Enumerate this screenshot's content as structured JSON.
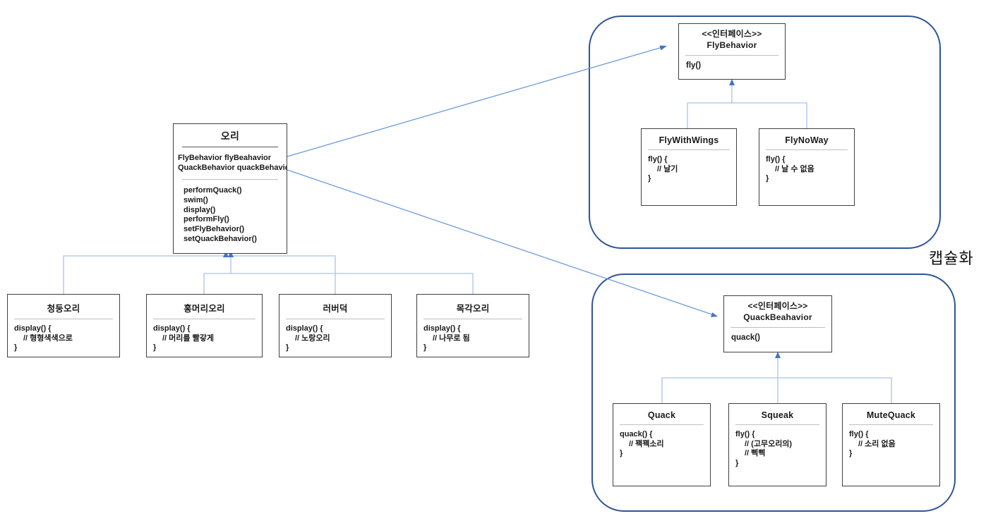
{
  "colors": {
    "container_border": "#2F5496",
    "class_box_border": "#404040",
    "connector_light_blue": "#A6C4E7",
    "diagonal_line_blue": "#6E9BDB",
    "arrowhead_blue": "#4472C4",
    "text": "#1a1a1a"
  },
  "encapsulation_label": "캡슐화",
  "duck_class": {
    "title": "오리",
    "fields": [
      "FlyBehavior flyBeahavior",
      "QuackBehavior quackBehavior"
    ],
    "methods": [
      "performQuack()",
      "swim()",
      "display()",
      "performFly()",
      "setFlyBehavior()",
      "setQuackBehavior()"
    ]
  },
  "duck_subclasses": [
    {
      "title": "청둥오리",
      "code": [
        "display() {",
        "// 형형색색으로",
        "}"
      ]
    },
    {
      "title": "홍머리오리",
      "code": [
        "display() {",
        "// 머리를 빨갛게",
        "}"
      ]
    },
    {
      "title": "러버덕",
      "code": [
        "display() {",
        "// 노랑오리",
        "}"
      ]
    },
    {
      "title": "목각오리",
      "code": [
        "display() {",
        "// 나무로 됨",
        "}"
      ]
    }
  ],
  "fly_group": {
    "interface": {
      "stereotype": "<<인터페이스>>",
      "name": "FlyBehavior",
      "method": "fly()"
    },
    "classes": [
      {
        "title": "FlyWithWings",
        "code": [
          "fly() {",
          "// 날기",
          "}"
        ]
      },
      {
        "title": "FlyNoWay",
        "code": [
          "fly() {",
          "// 날 수 없음",
          "}"
        ]
      }
    ]
  },
  "quack_group": {
    "interface": {
      "stereotype": "<<인터페이스>>",
      "name": "QuackBeahavior",
      "method": "quack()"
    },
    "classes": [
      {
        "title": "Quack",
        "code": [
          "quack() {",
          "// 꽥꽥소리",
          "}"
        ]
      },
      {
        "title": "Squeak",
        "code": [
          "fly() {",
          "// (고무오리의)",
          "// 삑삑",
          "}"
        ]
      },
      {
        "title": "MuteQuack",
        "code": [
          "fly() {",
          "// 소리 없음",
          "}"
        ]
      }
    ]
  }
}
